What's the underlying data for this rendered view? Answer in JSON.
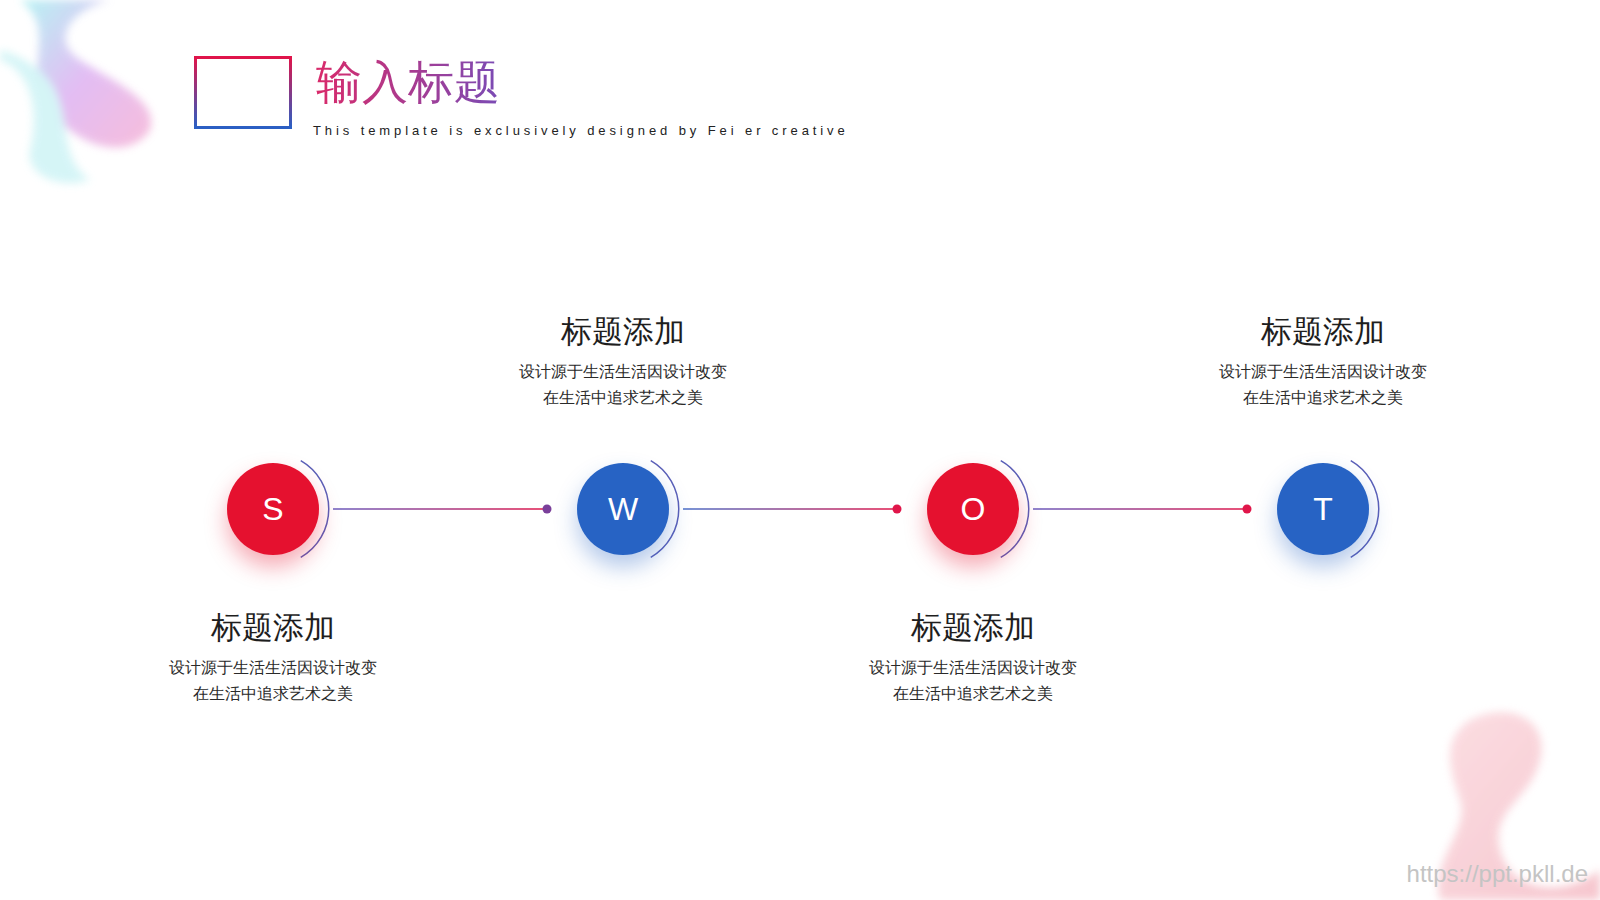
{
  "diagram": {
    "title": "输入标题",
    "nodes": [
      {
        "text": [
          "S",
          "标题添加",
          "设计源于生活生活因设计改变 在生活中追求艺术之美"
        ]
      },
      {
        "text": [
          "W",
          "标题添加",
          "设计源于生活生活因设计改变 在生活中追求艺术之美"
        ]
      },
      {
        "text": [
          "O",
          "标题添加",
          "设计源于生活生活因设计改变 在生活中追求艺术之美"
        ]
      },
      {
        "text": [
          "T",
          "标题添加",
          "设计源于生活生活因设计改变 在生活中追求艺术之美"
        ]
      }
    ],
    "edges": [
      {
        "from": 0,
        "to": 1,
        "arrow": "none"
      },
      {
        "from": 1,
        "to": 2,
        "arrow": "none"
      },
      {
        "from": 2,
        "to": 3,
        "arrow": "none"
      }
    ],
    "labels": [
      "This template is exclusively designed by Fei er creative",
      "https://ppt.pkll.de"
    ]
  }
}
